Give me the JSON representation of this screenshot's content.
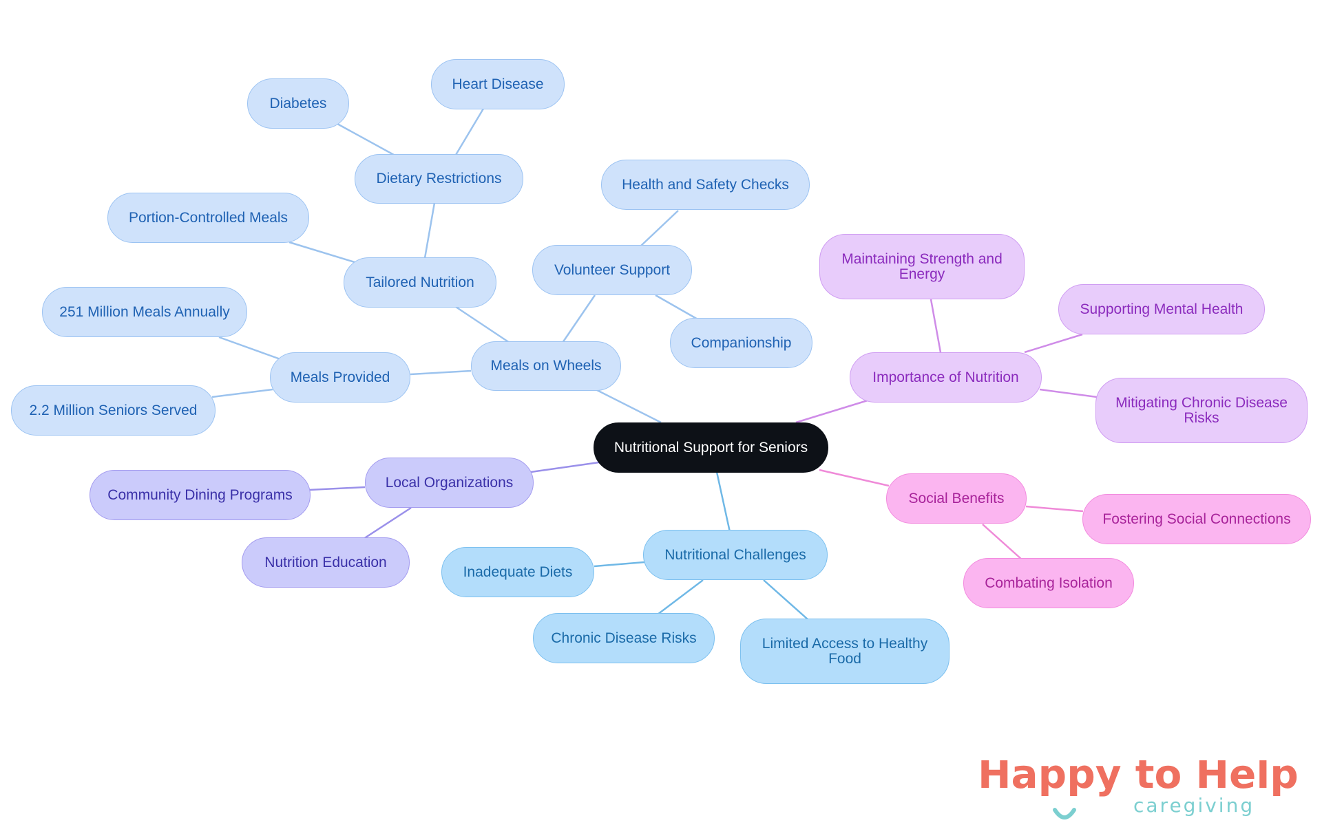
{
  "diagram": {
    "root": "Nutritional Support for Seniors",
    "nodes": {
      "meals_on_wheels": "Meals on Wheels",
      "tailored_nutrition": "Tailored Nutrition",
      "dietary_restrictions": "Dietary Restrictions",
      "diabetes": "Diabetes",
      "heart_disease": "Heart Disease",
      "portion_controlled": "Portion-Controlled Meals",
      "meals_provided": "Meals Provided",
      "meals_annually": "251 Million Meals Annually",
      "seniors_served": "2.2 Million Seniors Served",
      "volunteer_support": "Volunteer Support",
      "health_safety": "Health and Safety Checks",
      "companionship": "Companionship",
      "importance": "Importance of Nutrition",
      "strength_energy": "Maintaining Strength and Energy",
      "mental_health": "Supporting Mental Health",
      "chronic_mitigation": "Mitigating Chronic Disease Risks",
      "social_benefits": "Social Benefits",
      "social_connections": "Fostering Social Connections",
      "combating_isolation": "Combating Isolation",
      "nutritional_challenges": "Nutritional Challenges",
      "inadequate_diets": "Inadequate Diets",
      "chronic_risks": "Chronic Disease Risks",
      "limited_access": "Limited Access to Healthy Food",
      "local_orgs": "Local Organizations",
      "community_dining": "Community Dining Programs",
      "nutrition_education": "Nutrition Education"
    }
  },
  "logo": {
    "brand": "Happy to Help",
    "tagline": "caregiving"
  },
  "colors": {
    "blue_link": "#9cc3ee",
    "sky_link": "#6fb8e6",
    "purple_link": "#cf8ce8",
    "pink_link": "#ef8ad8",
    "indigo_link": "#9a90ea",
    "logo_coral": "#ef7060",
    "logo_teal": "#7ccfd0"
  }
}
